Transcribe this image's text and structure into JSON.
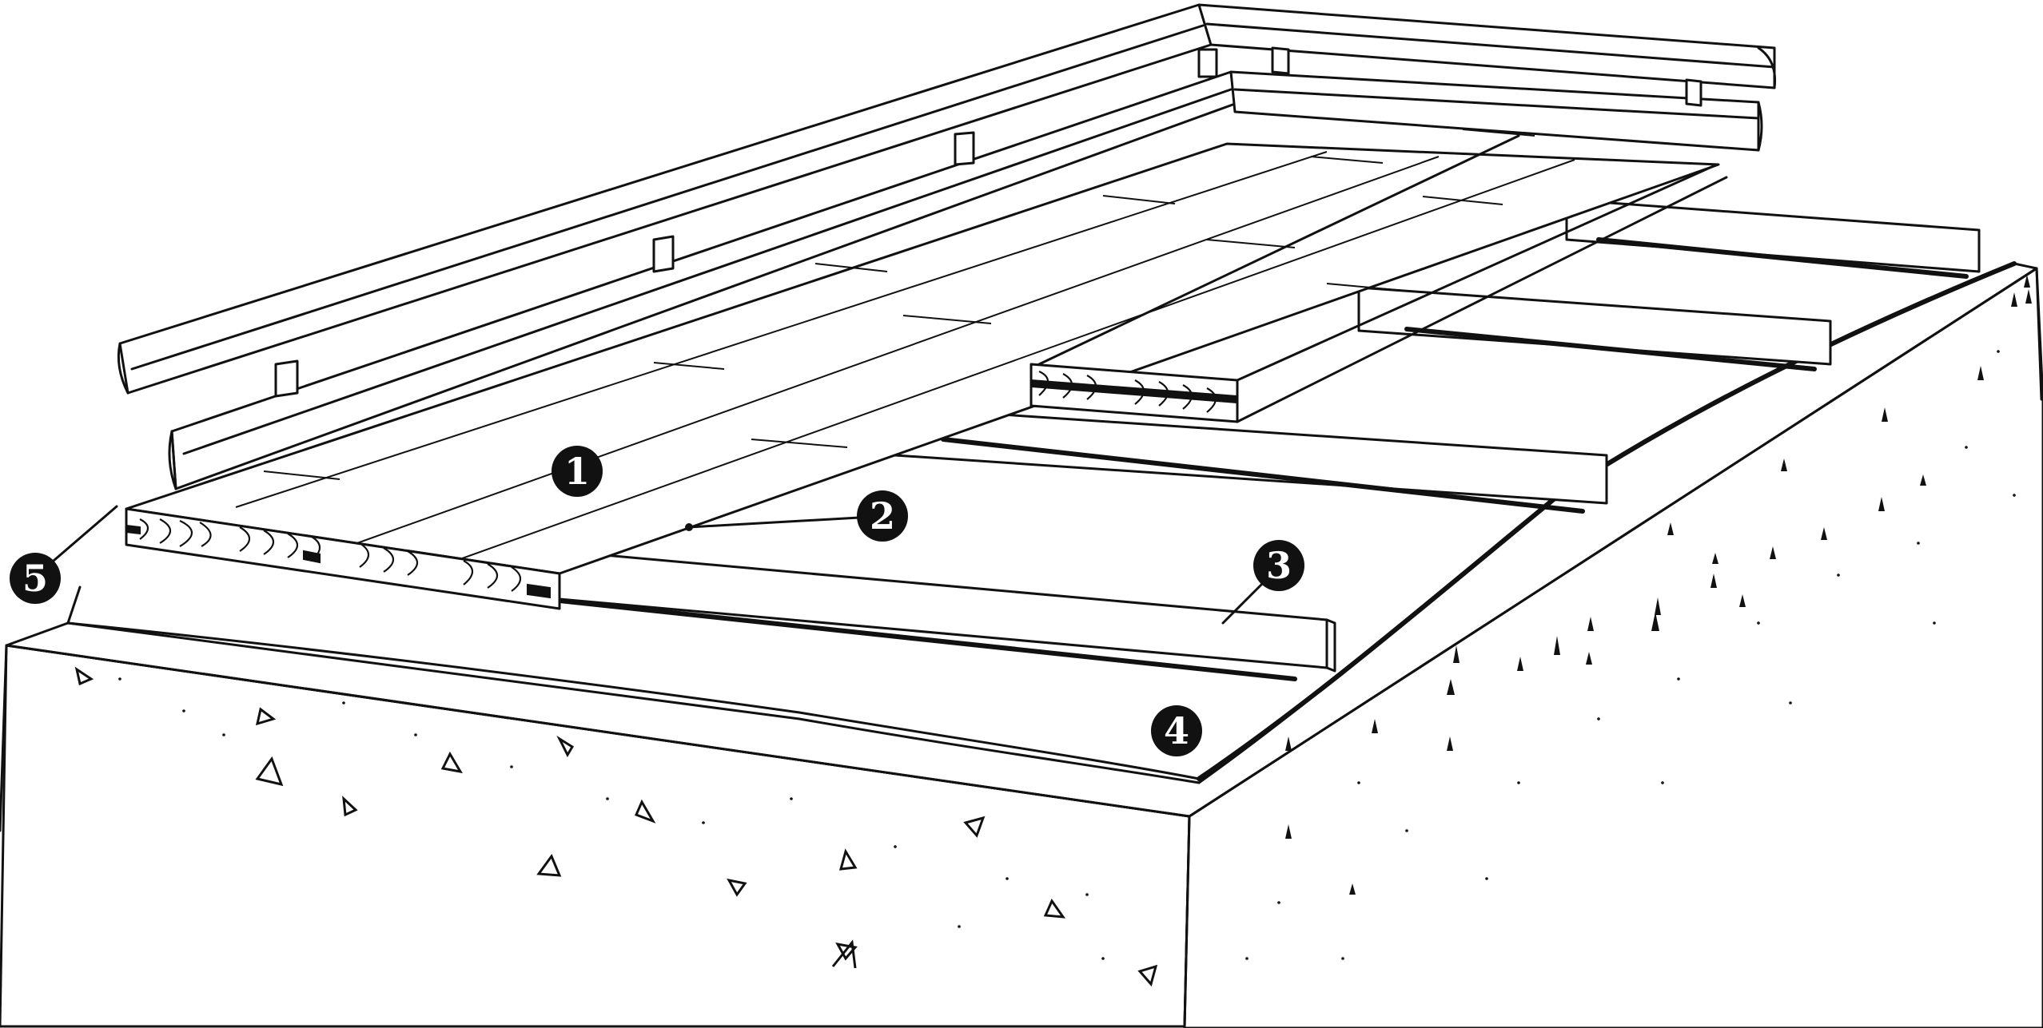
{
  "diagram": {
    "callouts": [
      {
        "id": "1",
        "label": "1"
      },
      {
        "id": "2",
        "label": "2"
      },
      {
        "id": "3",
        "label": "3"
      },
      {
        "id": "4",
        "label": "4"
      },
      {
        "id": "5",
        "label": "5"
      }
    ],
    "line_color": "#111111",
    "background_color": "#ffffff"
  }
}
